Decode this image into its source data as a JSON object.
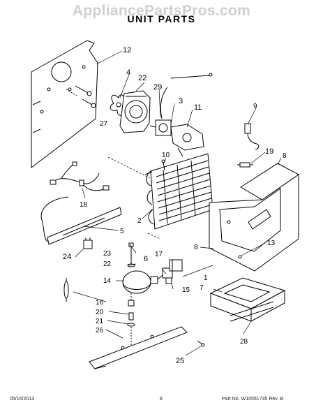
{
  "header": {
    "watermark": "AppliancePartsPros.com",
    "title": "UNIT PARTS"
  },
  "callouts": {
    "c1": "1",
    "c2": "2",
    "c3": "3",
    "c4": "4",
    "c5": "5",
    "c6": "6",
    "c7": "7",
    "c8a": "8",
    "c8b": "8",
    "c9": "9",
    "c10": "10",
    "c11": "11",
    "c12": "12",
    "c13": "13",
    "c14": "14",
    "c15": "15",
    "c16": "16",
    "c17": "17",
    "c18": "18",
    "c19": "19",
    "c20": "20",
    "c21": "21",
    "c22a": "22",
    "c22b": "22",
    "c23": "23",
    "c24": "24",
    "c25": "25",
    "c26": "26",
    "c27": "27",
    "c28": "28",
    "c29": "29"
  },
  "footer": {
    "date": "05/16/2013",
    "page": "8",
    "part_number": "Part No. W10551735  Rev. B"
  }
}
